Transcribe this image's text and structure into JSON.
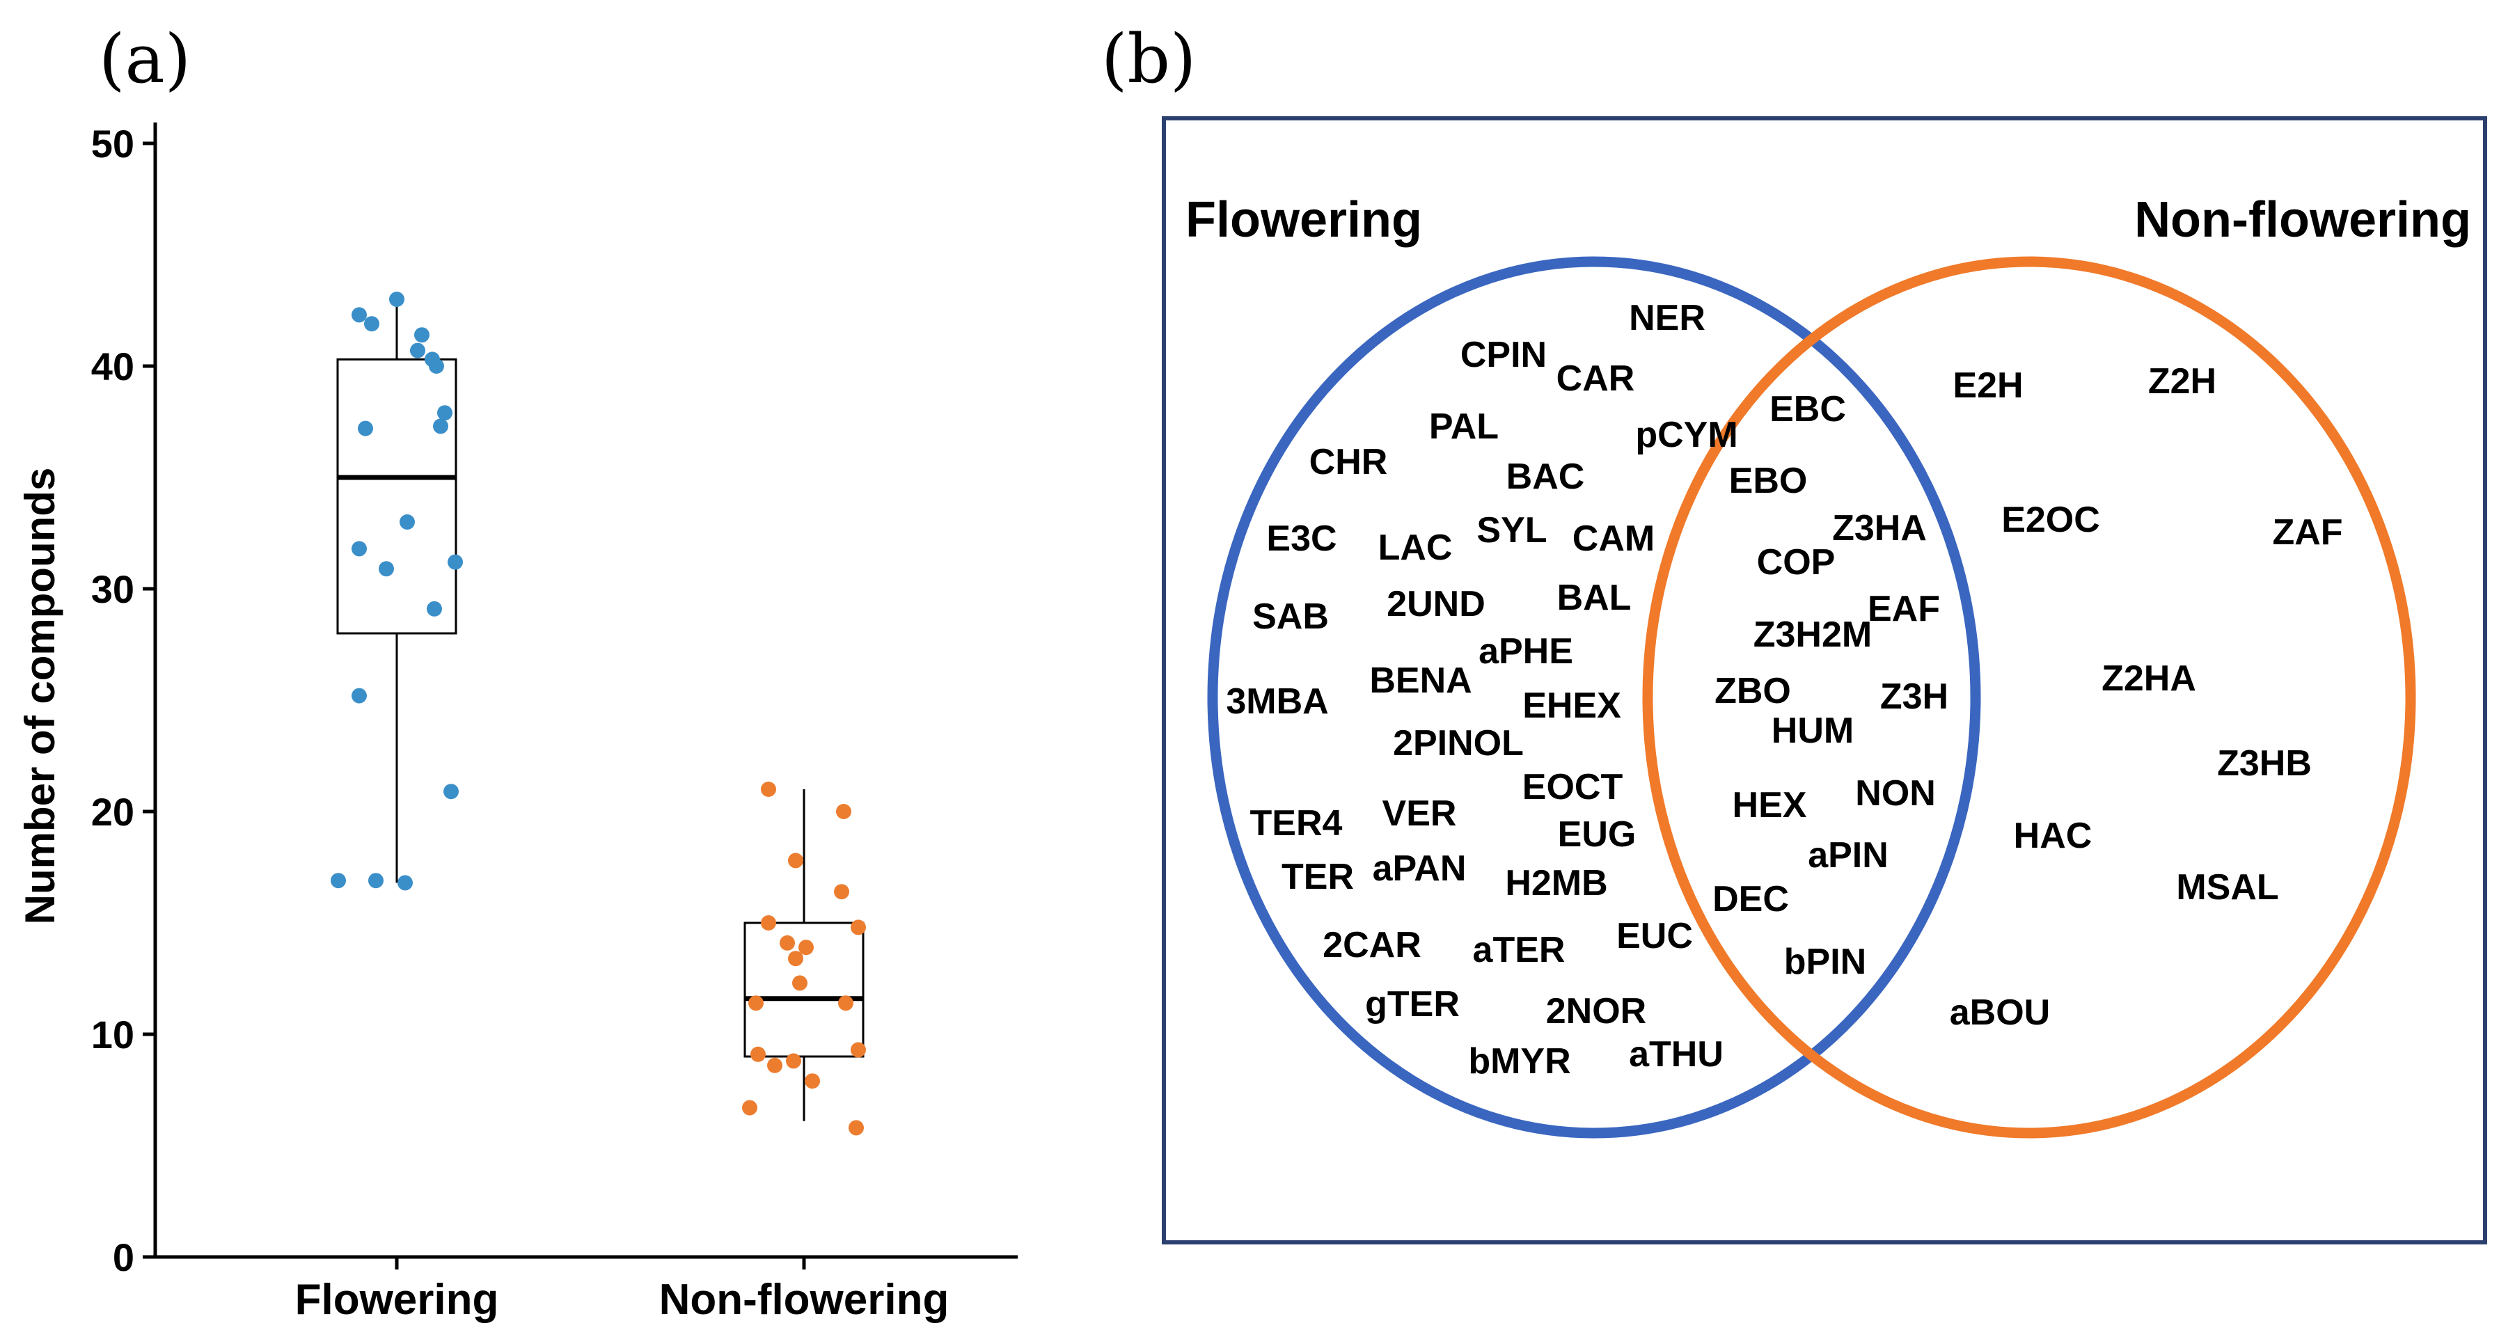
{
  "panels": {
    "a_label": "(a)",
    "b_label": "(b)"
  },
  "chart_data": [
    {
      "type": "box",
      "title": "",
      "xlabel": "",
      "ylabel": "Number of compounds",
      "ylim": [
        0,
        50
      ],
      "yticks": [
        "0",
        "10",
        "20",
        "30",
        "40",
        "50"
      ],
      "categories": [
        "Flowering",
        "Non-flowering"
      ],
      "colors": [
        "#3a8fc9",
        "#ec7d2f"
      ],
      "boxes": [
        {
          "category": "Flowering",
          "min": 16.8,
          "q1": 28.0,
          "median": 35.0,
          "q3": 40.3,
          "max": 43.0
        },
        {
          "category": "Non-flowering",
          "min": 6.1,
          "q1": 9.0,
          "median": 11.6,
          "q3": 15.0,
          "max": 21.0
        }
      ],
      "points": [
        {
          "category": "Flowering",
          "values": [
            43.0,
            42.3,
            41.9,
            41.4,
            40.7,
            40.3,
            40.0,
            37.9,
            37.3,
            37.2,
            33.0,
            31.8,
            31.2,
            30.9,
            29.1,
            25.2,
            20.9,
            16.9,
            16.9,
            16.8
          ],
          "jitter": [
            0.0,
            -0.36,
            -0.24,
            0.24,
            0.2,
            0.34,
            0.38,
            0.46,
            0.42,
            -0.3,
            0.1,
            -0.36,
            0.56,
            -0.1,
            0.36,
            -0.36,
            0.52,
            -0.56,
            -0.2,
            0.08
          ]
        },
        {
          "category": "Non-flowering",
          "values": [
            21.0,
            20.0,
            17.8,
            16.4,
            15.0,
            14.8,
            14.1,
            13.9,
            13.4,
            12.3,
            11.4,
            11.4,
            9.3,
            9.1,
            8.8,
            8.6,
            7.9,
            6.7,
            5.8
          ],
          "jitter": [
            -0.34,
            0.38,
            -0.08,
            0.36,
            -0.34,
            0.52,
            -0.16,
            0.02,
            -0.08,
            -0.04,
            -0.46,
            0.4,
            0.52,
            -0.44,
            -0.1,
            -0.28,
            0.08,
            -0.52,
            0.5
          ]
        }
      ]
    },
    {
      "type": "venn",
      "sets": [
        {
          "name": "Flowering",
          "color": "#3a66c0"
        },
        {
          "name": "Non-flowering",
          "color": "#f07a2a"
        }
      ],
      "frame_color": "#2c4070",
      "flowering_only": [
        "NER",
        "CPIN",
        "CAR",
        "PAL",
        "pCYM",
        "CHR",
        "BAC",
        "E3C",
        "LAC",
        "SYL",
        "CAM",
        "SAB",
        "2UND",
        "BAL",
        "aPHE",
        "3MBA",
        "BENA",
        "EHEX",
        "2PINOL",
        "TER4",
        "VER",
        "EOCT",
        "EUG",
        "TER",
        "aPAN",
        "H2MB",
        "2CAR",
        "aTER",
        "EUC",
        "gTER",
        "2NOR",
        "bMYR",
        "aTHU"
      ],
      "shared": [
        "EBC",
        "EBO",
        "Z3HA",
        "COP",
        "EAF",
        "Z3H2M",
        "ZBO",
        "Z3H",
        "HUM",
        "HEX",
        "NON",
        "aPIN",
        "DEC",
        "bPIN"
      ],
      "non_flowering_only": [
        "E2H",
        "Z2H",
        "E2OC",
        "ZAF",
        "Z2HA",
        "Z3HB",
        "HAC",
        "MSAL",
        "aBOU"
      ]
    }
  ]
}
